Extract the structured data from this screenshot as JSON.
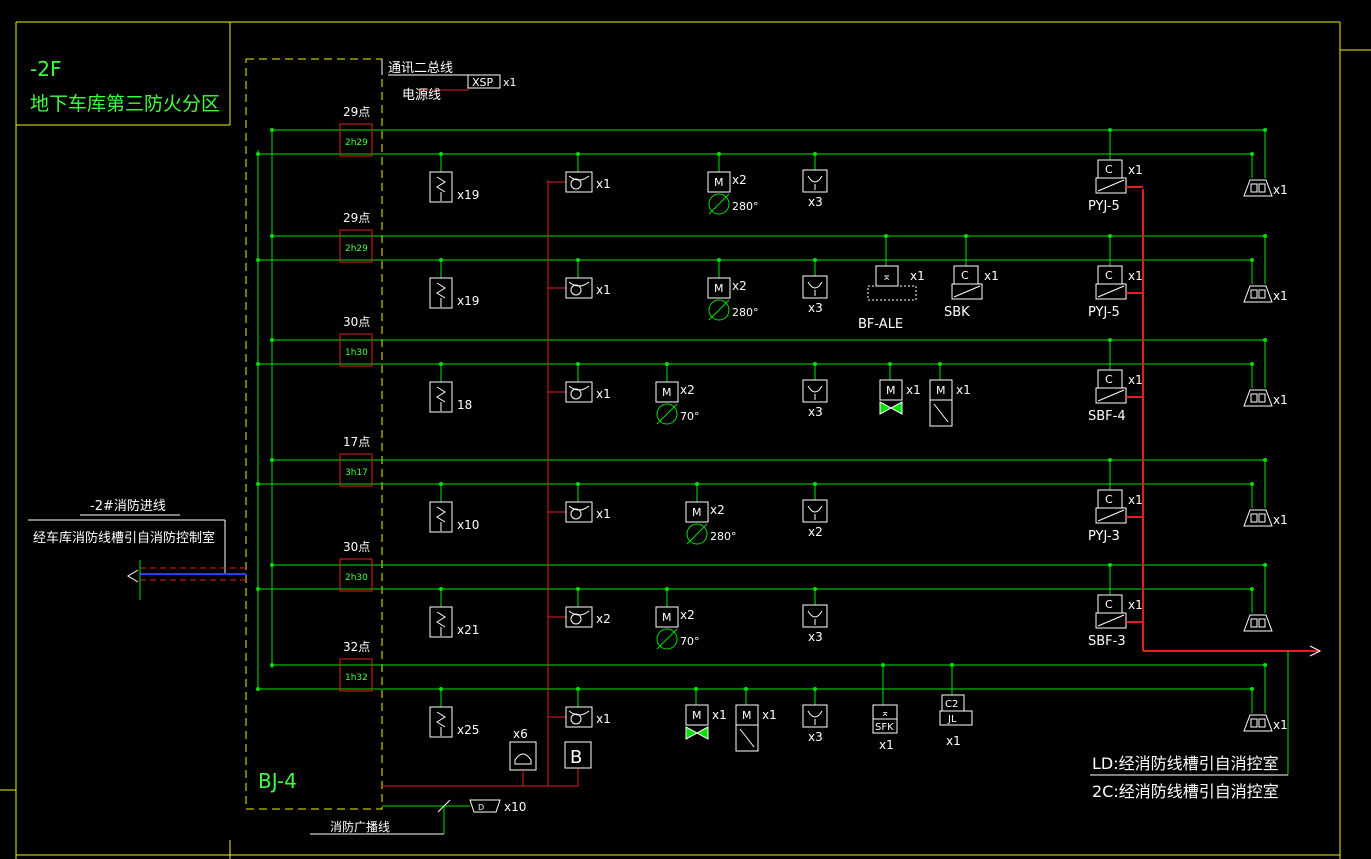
{
  "colors": {
    "background": "#000000",
    "frame": "#f0f000",
    "bus": "#00e000",
    "power": "#e02020",
    "module": "#e02020",
    "text": "#ffffff",
    "green_text": "#40ff40",
    "blue_line": "#2040ff"
  },
  "header": {
    "floor": "-2F",
    "zone": "地下车库第三防火分区"
  },
  "top_bus": {
    "comm_bus": "通讯二总线",
    "power_line": "电源线",
    "xsp": {
      "label": "XSP",
      "count": "x1"
    }
  },
  "left_feed": {
    "title": "-2#消防进线",
    "note": "经车库消防线槽引自消防控制室"
  },
  "box_label": "BJ-4",
  "broadcast": {
    "label": "消防广播线",
    "count": "x10"
  },
  "extras": {
    "phone_count": "x6",
    "bell_label": "B"
  },
  "legend": {
    "ld": "LD:经消防线槽引自消控室",
    "twoc": "2C:经消防线槽引自消控室"
  },
  "rows": [
    {
      "points": "29点",
      "module": "2h29",
      "detector_count": "x19",
      "manual_count": "x1",
      "module_count": "x2",
      "damper_temp": "280°",
      "speaker_count": "x3",
      "extras": [
        {
          "kind": "c_module",
          "count": "x1",
          "name": "PYJ-5"
        }
      ],
      "strobe_count": "x1"
    },
    {
      "points": "29点",
      "module": "2h29",
      "detector_count": "x19",
      "manual_count": "x1",
      "module_count": "x2",
      "damper_temp": "280°",
      "speaker_count": "x3",
      "extras": [
        {
          "kind": "alarm_valve",
          "count": "x1",
          "name": "BF-ALE"
        },
        {
          "kind": "c_module",
          "count": "x1",
          "name": "SBK"
        },
        {
          "kind": "c_module",
          "count": "x1",
          "name": "PYJ-5"
        }
      ],
      "strobe_count": "x1"
    },
    {
      "points": "30点",
      "module": "1h30",
      "detector_count": "18",
      "manual_count": "x1",
      "module_count": "x2",
      "damper_temp": "70°",
      "speaker_count": "x3",
      "extras": [
        {
          "kind": "m_valve",
          "count": "x1",
          "name": ""
        },
        {
          "kind": "m_switch",
          "count": "x1",
          "name": ""
        },
        {
          "kind": "c_module",
          "count": "x1",
          "name": "SBF-4"
        }
      ],
      "strobe_count": "x1"
    },
    {
      "points": "17点",
      "module": "3h17",
      "detector_count": "x10",
      "manual_count": "x1",
      "module_count": "x2",
      "damper_temp": "280°",
      "speaker_count": "x2",
      "extras": [
        {
          "kind": "c_module",
          "count": "x1",
          "name": "PYJ-3"
        }
      ],
      "strobe_count": "x1"
    },
    {
      "points": "30点",
      "module": "2h30",
      "detector_count": "x21",
      "manual_count": "x2",
      "module_count": "x2",
      "damper_temp": "70°",
      "speaker_count": "x3",
      "extras": [
        {
          "kind": "c_module",
          "count": "x1",
          "name": "SBF-3"
        }
      ],
      "strobe_count": ""
    },
    {
      "points": "32点",
      "module": "1h32",
      "detector_count": "x25",
      "manual_count": "x1",
      "module_count": "",
      "damper_temp": "",
      "speaker_count": "x3",
      "extras": [
        {
          "kind": "m_valve",
          "count": "x1",
          "name": ""
        },
        {
          "kind": "m_switch",
          "count": "x1",
          "name": ""
        },
        {
          "kind": "sfk",
          "count": "x1",
          "name": "SFK"
        },
        {
          "kind": "jl",
          "count": "x1",
          "name": "JL",
          "top": "C2"
        }
      ],
      "strobe_count": "x1"
    }
  ]
}
